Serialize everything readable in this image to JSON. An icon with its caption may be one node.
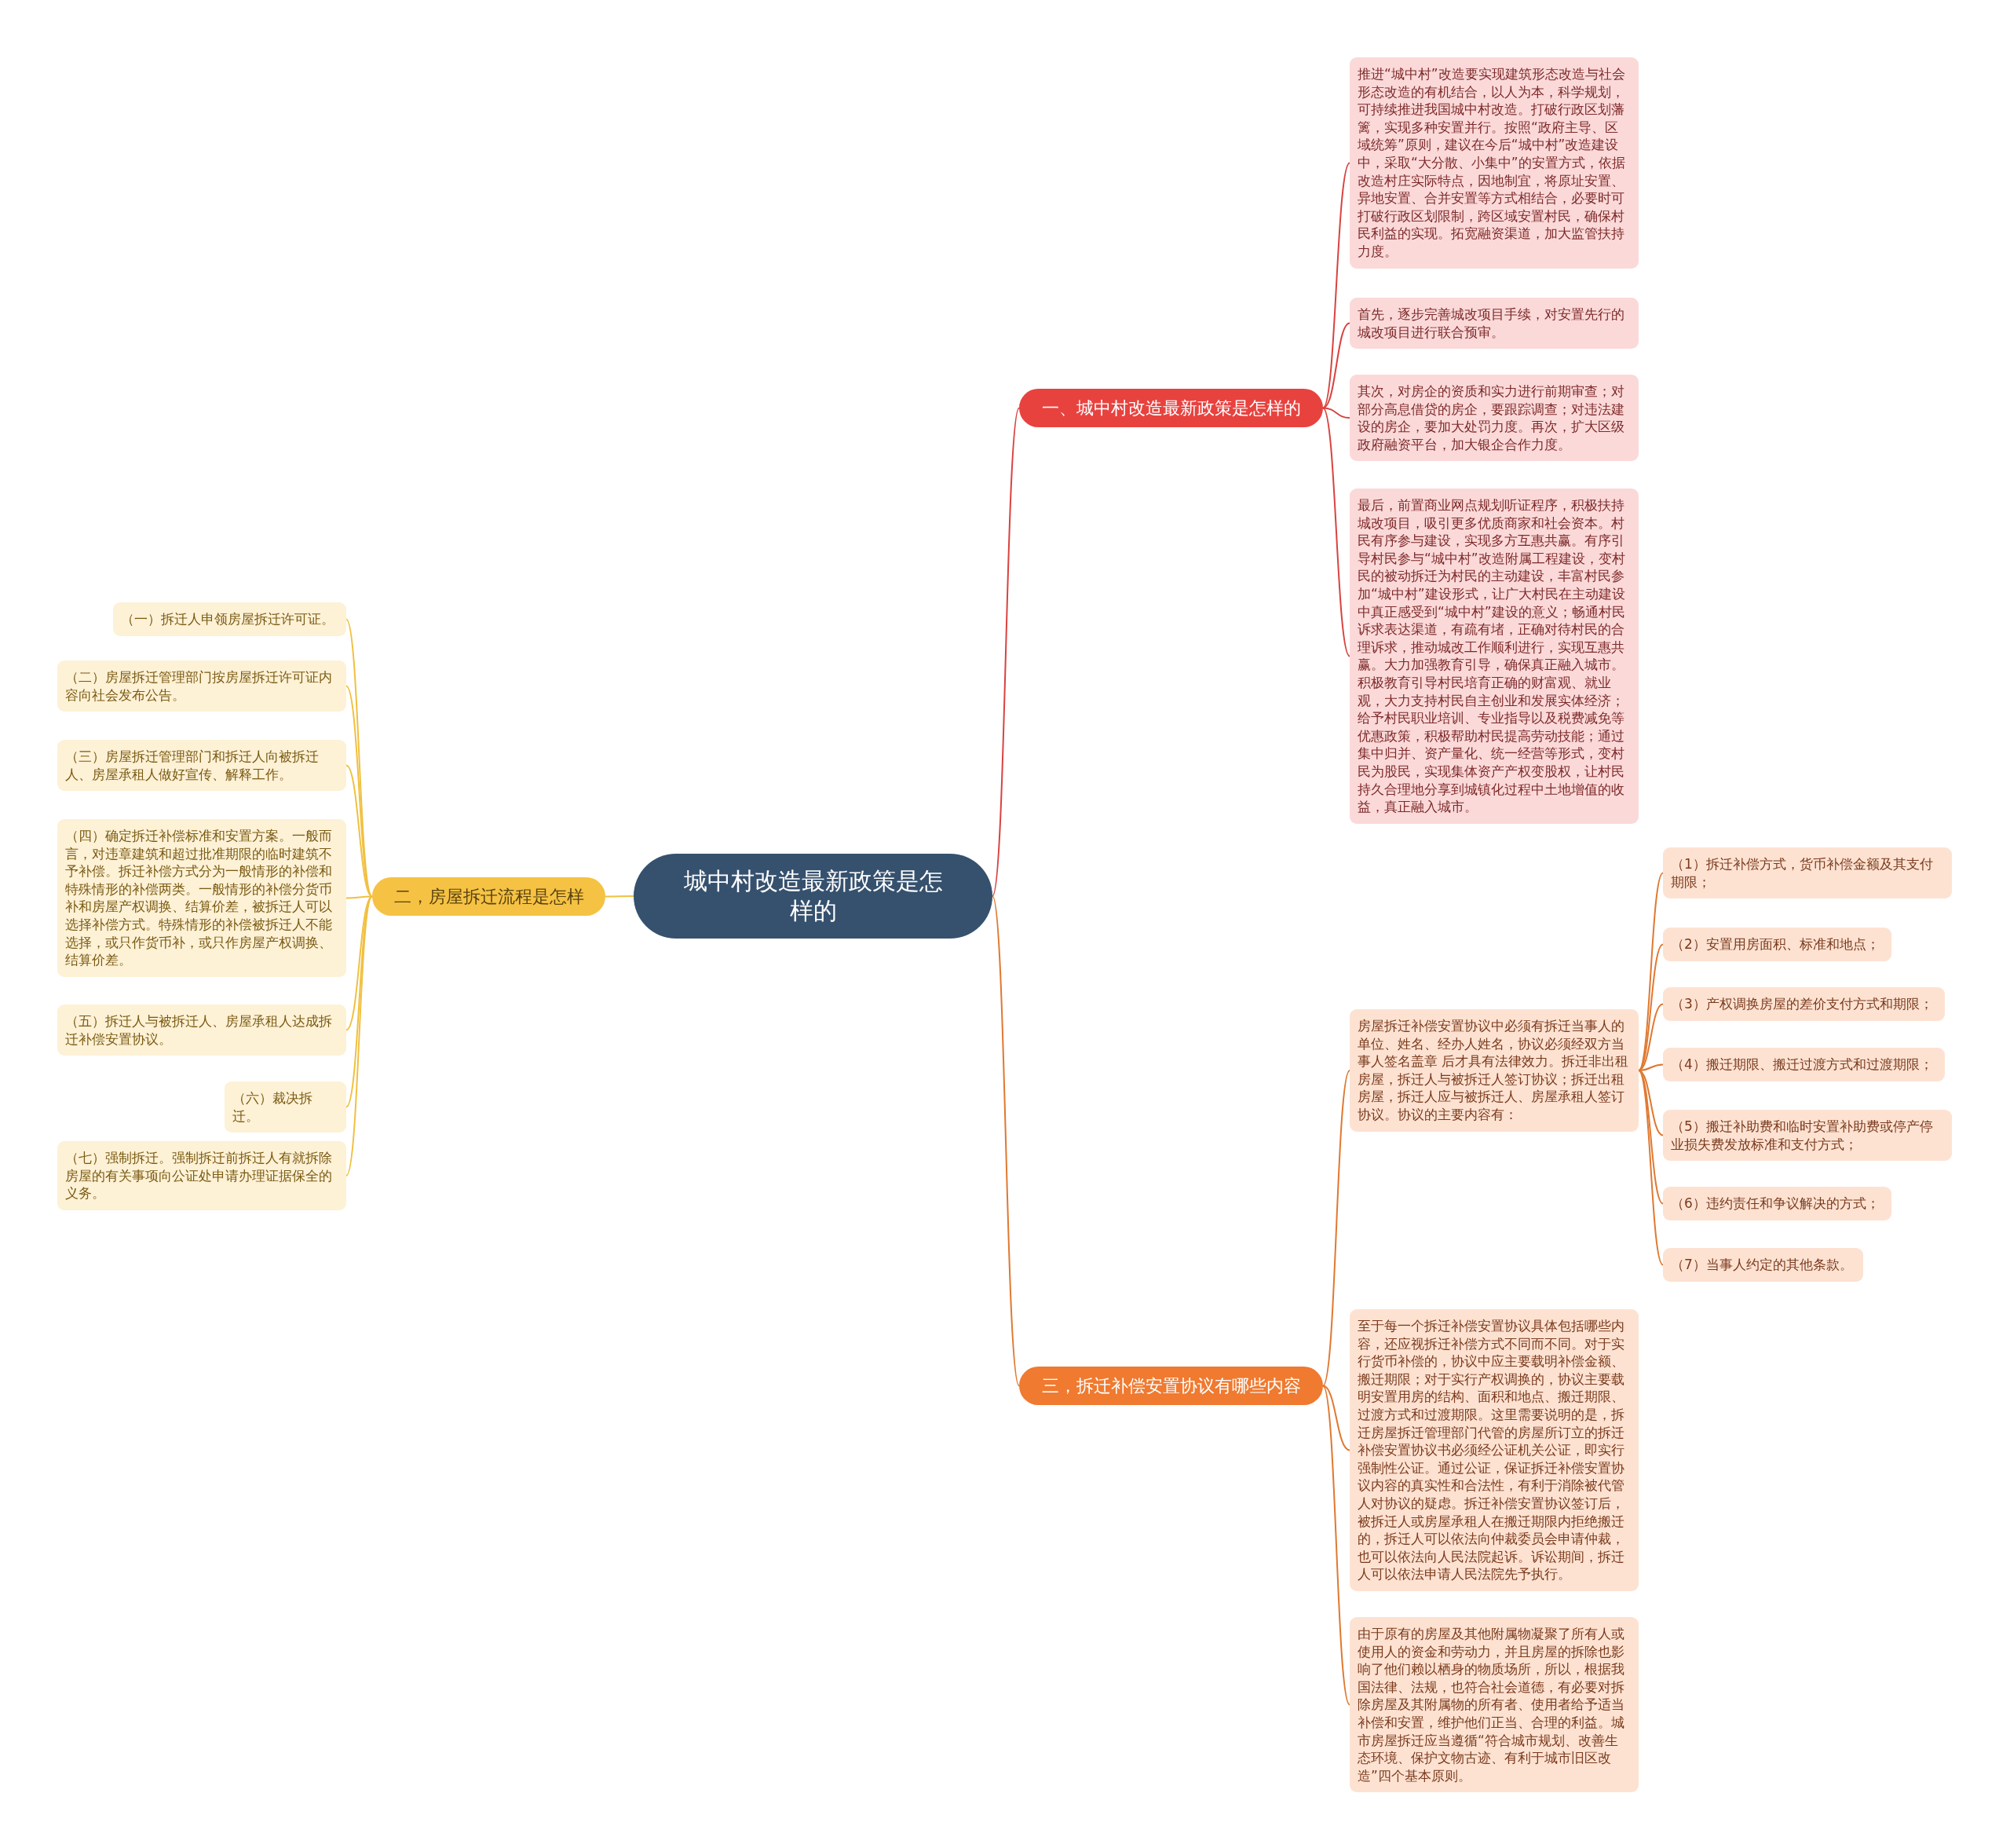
{
  "diagram": {
    "nodes": [
      {
        "text": [
          "城中村改造最新政策是怎样的"
        ]
      },
      {
        "text": [
          "一、城中村改造最新政策是怎样的"
        ]
      },
      {
        "text": [
          "推进“城中村”改造要实现建筑形态改造与社会形态改造的有机结合，以人为本，科学规划，可持续推进我国城中村改造。打破行政区划藩篱，实现多种安置并行。按照“政府主导、区域统筹”原则，建议在今后“城中村”改造建设中，采取“大分散、小集中”的安置方式，依据改造村庄实际特点，因地制宜，将原址安置、异地安置、合并安置等方式相结合，必要时可打破行政区划限制，跨区域安置村民，确保村民利益的实现。拓宽融资渠道，加大监管扶持力度。"
        ]
      },
      {
        "text": [
          "首先，逐步完善城改项目手续，对安置先行的城改项目进行联合预审。"
        ]
      },
      {
        "text": [
          "其次，对房企的资质和实力进行前期审查；对部分高息借贷的房企，要跟踪调查；对违法建设的房企，要加大处罚力度。再次，扩大区级政府融资平台，加大银企合作力度。"
        ]
      },
      {
        "text": [
          "最后，前置商业网点规划听证程序，积极扶持城改项目，吸引更多优质商家和社会资本。村民有序参与建设，实现多方互惠共赢。有序引导村民参与“城中村”改造附属工程建设，变村民的被动拆迁为村民的主动建设，丰富村民参加“城中村”建设形式，让广大村民在主动建设中真正感受到“城中村”建设的意义；畅通村民诉求表达渠道，有疏有堵，正确对待村民的合理诉求，推动城改工作顺利进行，实现互惠共赢。大力加强教育引导，确保真正融入城市。积极教育引导村民培育正确的财富观、就业观，大力支持村民自主创业和发展实体经济；给予村民职业培训、专业指导以及税费减免等优惠政策，积极帮助村民提高劳动技能；通过集中归并、资产量化、统一经营等形式，变村民为股民，实现集体资产产权变股权，让村民持久合理地分享到城镇化过程中土地增值的收益，真正融入城市。"
        ]
      },
      {
        "text": [
          "二，房屋拆迁流程是怎样"
        ]
      },
      {
        "text": [
          "（一）拆迁人申领房屋拆迁许可证。"
        ]
      },
      {
        "text": [
          "（二）房屋拆迁管理部门按房屋拆迁许可证内容向社会发布公告。"
        ]
      },
      {
        "text": [
          "（三）房屋拆迁管理部门和拆迁人向被拆迁人、房屋承租人做好宣传、解释工作。"
        ]
      },
      {
        "text": [
          "（四）确定拆迁补偿标准和安置方案。一般而言，对违章建筑和超过批准期限的临时建筑不予补偿。拆迁补偿方式分为一般情形的补偿和特殊情形的补偿两类。一般情形的补偿分货币补和房屋产权调换、结算价差，被拆迁人可以选择补偿方式。特殊情形的补偿被拆迁人不能选择，或只作货币补，或只作房屋产权调换、结算价差。"
        ]
      },
      {
        "text": [
          "（五）拆迁人与被拆迁人、房屋承租人达成拆迁补偿安置协议。"
        ]
      },
      {
        "text": [
          "（六）裁决拆迁。"
        ]
      },
      {
        "text": [
          "（七）强制拆迁。强制拆迁前拆迁人有就拆除房屋的有关事项向公证处申请办理证据保全的义务。"
        ]
      },
      {
        "text": [
          "三，拆迁补偿安置协议有哪些内容"
        ]
      },
      {
        "text": [
          "房屋拆迁补偿安置协议中必须有拆迁当事人的单位、姓名、经办人姓名，协议必须经双方当事人签名盖章 后才具有法律效力。拆迁非出租房屋，拆迁人与被拆迁人签订协议；拆迁出租房屋，拆迁人应与被拆迁人、房屋承租人签订协议。协议的主要内容有："
        ]
      },
      {
        "text": [
          "（1）拆迁补偿方式，货币补偿金额及其支付期限；"
        ]
      },
      {
        "text": [
          "（2）安置用房面积、标准和地点；"
        ]
      },
      {
        "text": [
          "（3）产权调换房屋的差价支付方式和期限；"
        ]
      },
      {
        "text": [
          "（4）搬迁期限、搬迁过渡方式和过渡期限；"
        ]
      },
      {
        "text": [
          "（5）搬迁补助费和临时安置补助费或停产停业损失费发放标准和支付方式；"
        ]
      },
      {
        "text": [
          "（6）违约责任和争议解决的方式；"
        ]
      },
      {
        "text": [
          "（7）当事人约定的其他条款。"
        ]
      },
      {
        "text": [
          "至于每一个拆迁补偿安置协议具体包括哪些内容，还应视拆迁补偿方式不同而不同。对于实行货币补偿的，协议中应主要载明补偿金额、搬迁期限；对于实行产权调换的，协议主要载明安置用房的结构、面积和地点、搬迁期限、过渡方式和过渡期限。这里需要说明的是，拆迁房屋拆迁管理部门代管的房屋所订立的拆迁补偿安置协议书必须经公证机关公证，即实行强制性公证。通过公证，保证拆迁补偿安置协议内容的真实性和合法性，有利于消除被代管人对协议的疑虑。拆迁补偿安置协议签订后，被拆迁人或房屋承租人在搬迁期限内拒绝搬迁的，拆迁人可以依法向仲裁委员会申请仲裁，也可以依法向人民法院起诉。诉讼期间，拆迁人可以依法申请人民法院先予执行。"
        ]
      },
      {
        "text": [
          "由于原有的房屋及其他附属物凝聚了所有人或使用人的资金和劳动力，并且房屋的拆除也影响了他们赖以栖身的物质场所，所以，根据我国法律、法规，也符合社会道德，有必要对拆除房屋及其附属物的所有者、使用者给予适当补偿和安置，维护他们正当、合理的利益。城市房屋拆迁应当遵循“符合城市规划、改善生态环境、保护文物古迹、有利于城市旧区改造”四个基本原则。"
        ]
      }
    ],
    "edges": [
      {
        "from": 0,
        "to": 1,
        "arrow": "none",
        "color": "#d9423f"
      },
      {
        "from": 1,
        "to": 2,
        "arrow": "none",
        "color": "#d9423f"
      },
      {
        "from": 1,
        "to": 3,
        "arrow": "none",
        "color": "#d9423f"
      },
      {
        "from": 1,
        "to": 4,
        "arrow": "none",
        "color": "#d9423f"
      },
      {
        "from": 1,
        "to": 5,
        "arrow": "none",
        "color": "#d9423f"
      },
      {
        "from": 0,
        "to": 6,
        "arrow": "none",
        "color": "#f0c040"
      },
      {
        "from": 6,
        "to": 7,
        "arrow": "none",
        "color": "#f0c040"
      },
      {
        "from": 6,
        "to": 8,
        "arrow": "none",
        "color": "#f0c040"
      },
      {
        "from": 6,
        "to": 9,
        "arrow": "none",
        "color": "#f0c040"
      },
      {
        "from": 6,
        "to": 10,
        "arrow": "none",
        "color": "#f0c040"
      },
      {
        "from": 6,
        "to": 11,
        "arrow": "none",
        "color": "#f0c040"
      },
      {
        "from": 6,
        "to": 12,
        "arrow": "none",
        "color": "#f0c040"
      },
      {
        "from": 6,
        "to": 13,
        "arrow": "none",
        "color": "#f0c040"
      },
      {
        "from": 0,
        "to": 14,
        "arrow": "none"
      },
      {
        "from": 14,
        "to": 15,
        "arrow": "none"
      },
      {
        "from": 15,
        "to": 16,
        "arrow": "none"
      },
      {
        "from": 15,
        "to": 17,
        "arrow": "none"
      },
      {
        "from": 15,
        "to": 18,
        "arrow": "none"
      },
      {
        "from": 15,
        "to": 19,
        "arrow": "none"
      },
      {
        "from": 15,
        "to": 20,
        "arrow": "none"
      },
      {
        "from": 15,
        "to": 21,
        "arrow": "none"
      },
      {
        "from": 15,
        "to": 22,
        "arrow": "none"
      },
      {
        "from": 14,
        "to": 23,
        "arrow": "none"
      },
      {
        "from": 14,
        "to": 24,
        "arrow": "none"
      }
    ]
  }
}
